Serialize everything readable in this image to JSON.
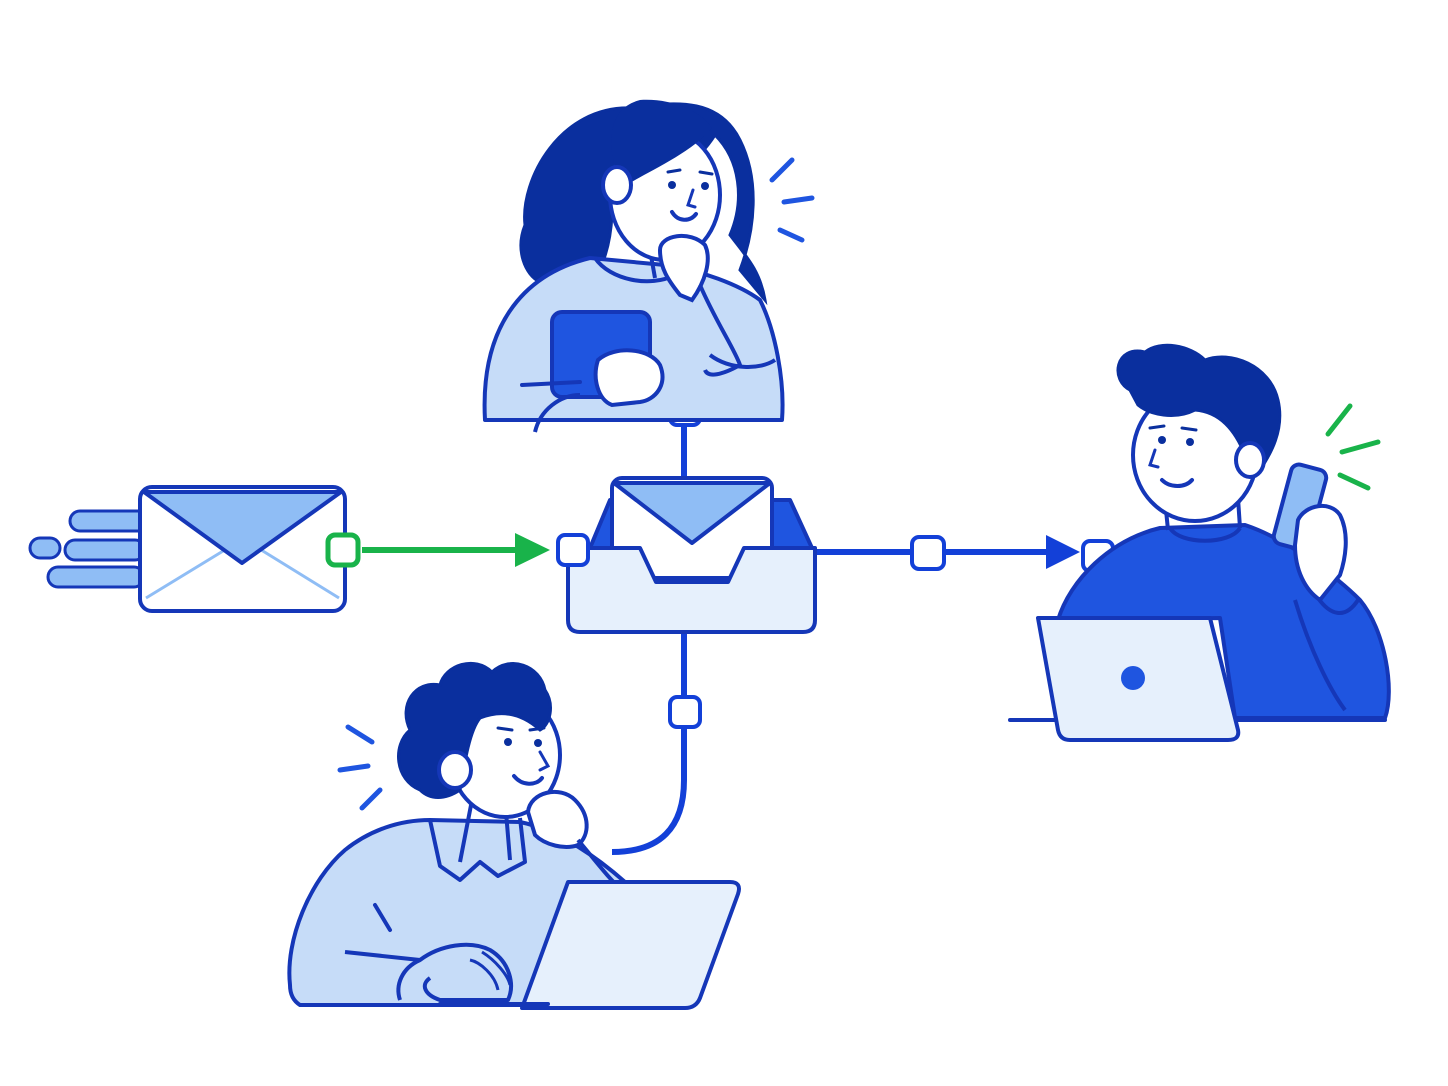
{
  "colors": {
    "outline": "#1537b8",
    "hair": "#0a2f9e",
    "bright_blue": "#1f55e0",
    "shirt_light": "#c6dcf8",
    "fill_pale": "#e6f0fc",
    "envelope_flap": "#8fbdf5",
    "accent_green": "#19b34a",
    "connector_blue": "#1340d8",
    "white": "#ffffff"
  },
  "icons": {
    "incoming_envelope": "envelope-icon",
    "inbox_tray": "inbox-tray-icon",
    "speed_lines": "speed-lines-icon",
    "node": "connector-node-icon",
    "arrow": "arrow-head-icon",
    "phone": "phone-icon",
    "laptop": "laptop-icon",
    "tablet": "tablet-icon",
    "attention_marks": "attention-lines-icon"
  },
  "people": [
    {
      "role": "woman-with-tablet"
    },
    {
      "role": "man-with-phone-and-laptop"
    },
    {
      "role": "man-thinking-at-laptop"
    }
  ]
}
